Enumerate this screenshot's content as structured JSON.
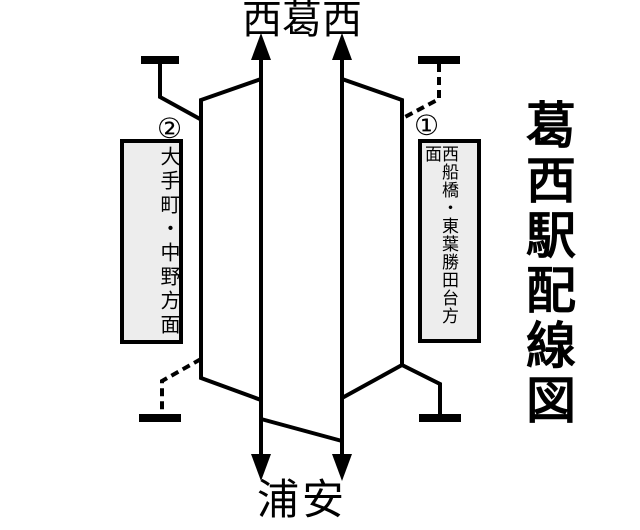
{
  "diagram": {
    "title": "葛西駅配線図",
    "top_station": "西葛西",
    "bottom_station": "浦安",
    "platforms": {
      "left": {
        "number": "②",
        "label": "大手町・中野方面"
      },
      "right": {
        "number": "①",
        "label": "西船橋・東葉勝田台方面"
      }
    },
    "colors": {
      "line": "#000000",
      "platform_fill": "#ededed",
      "background": "#ffffff"
    }
  }
}
